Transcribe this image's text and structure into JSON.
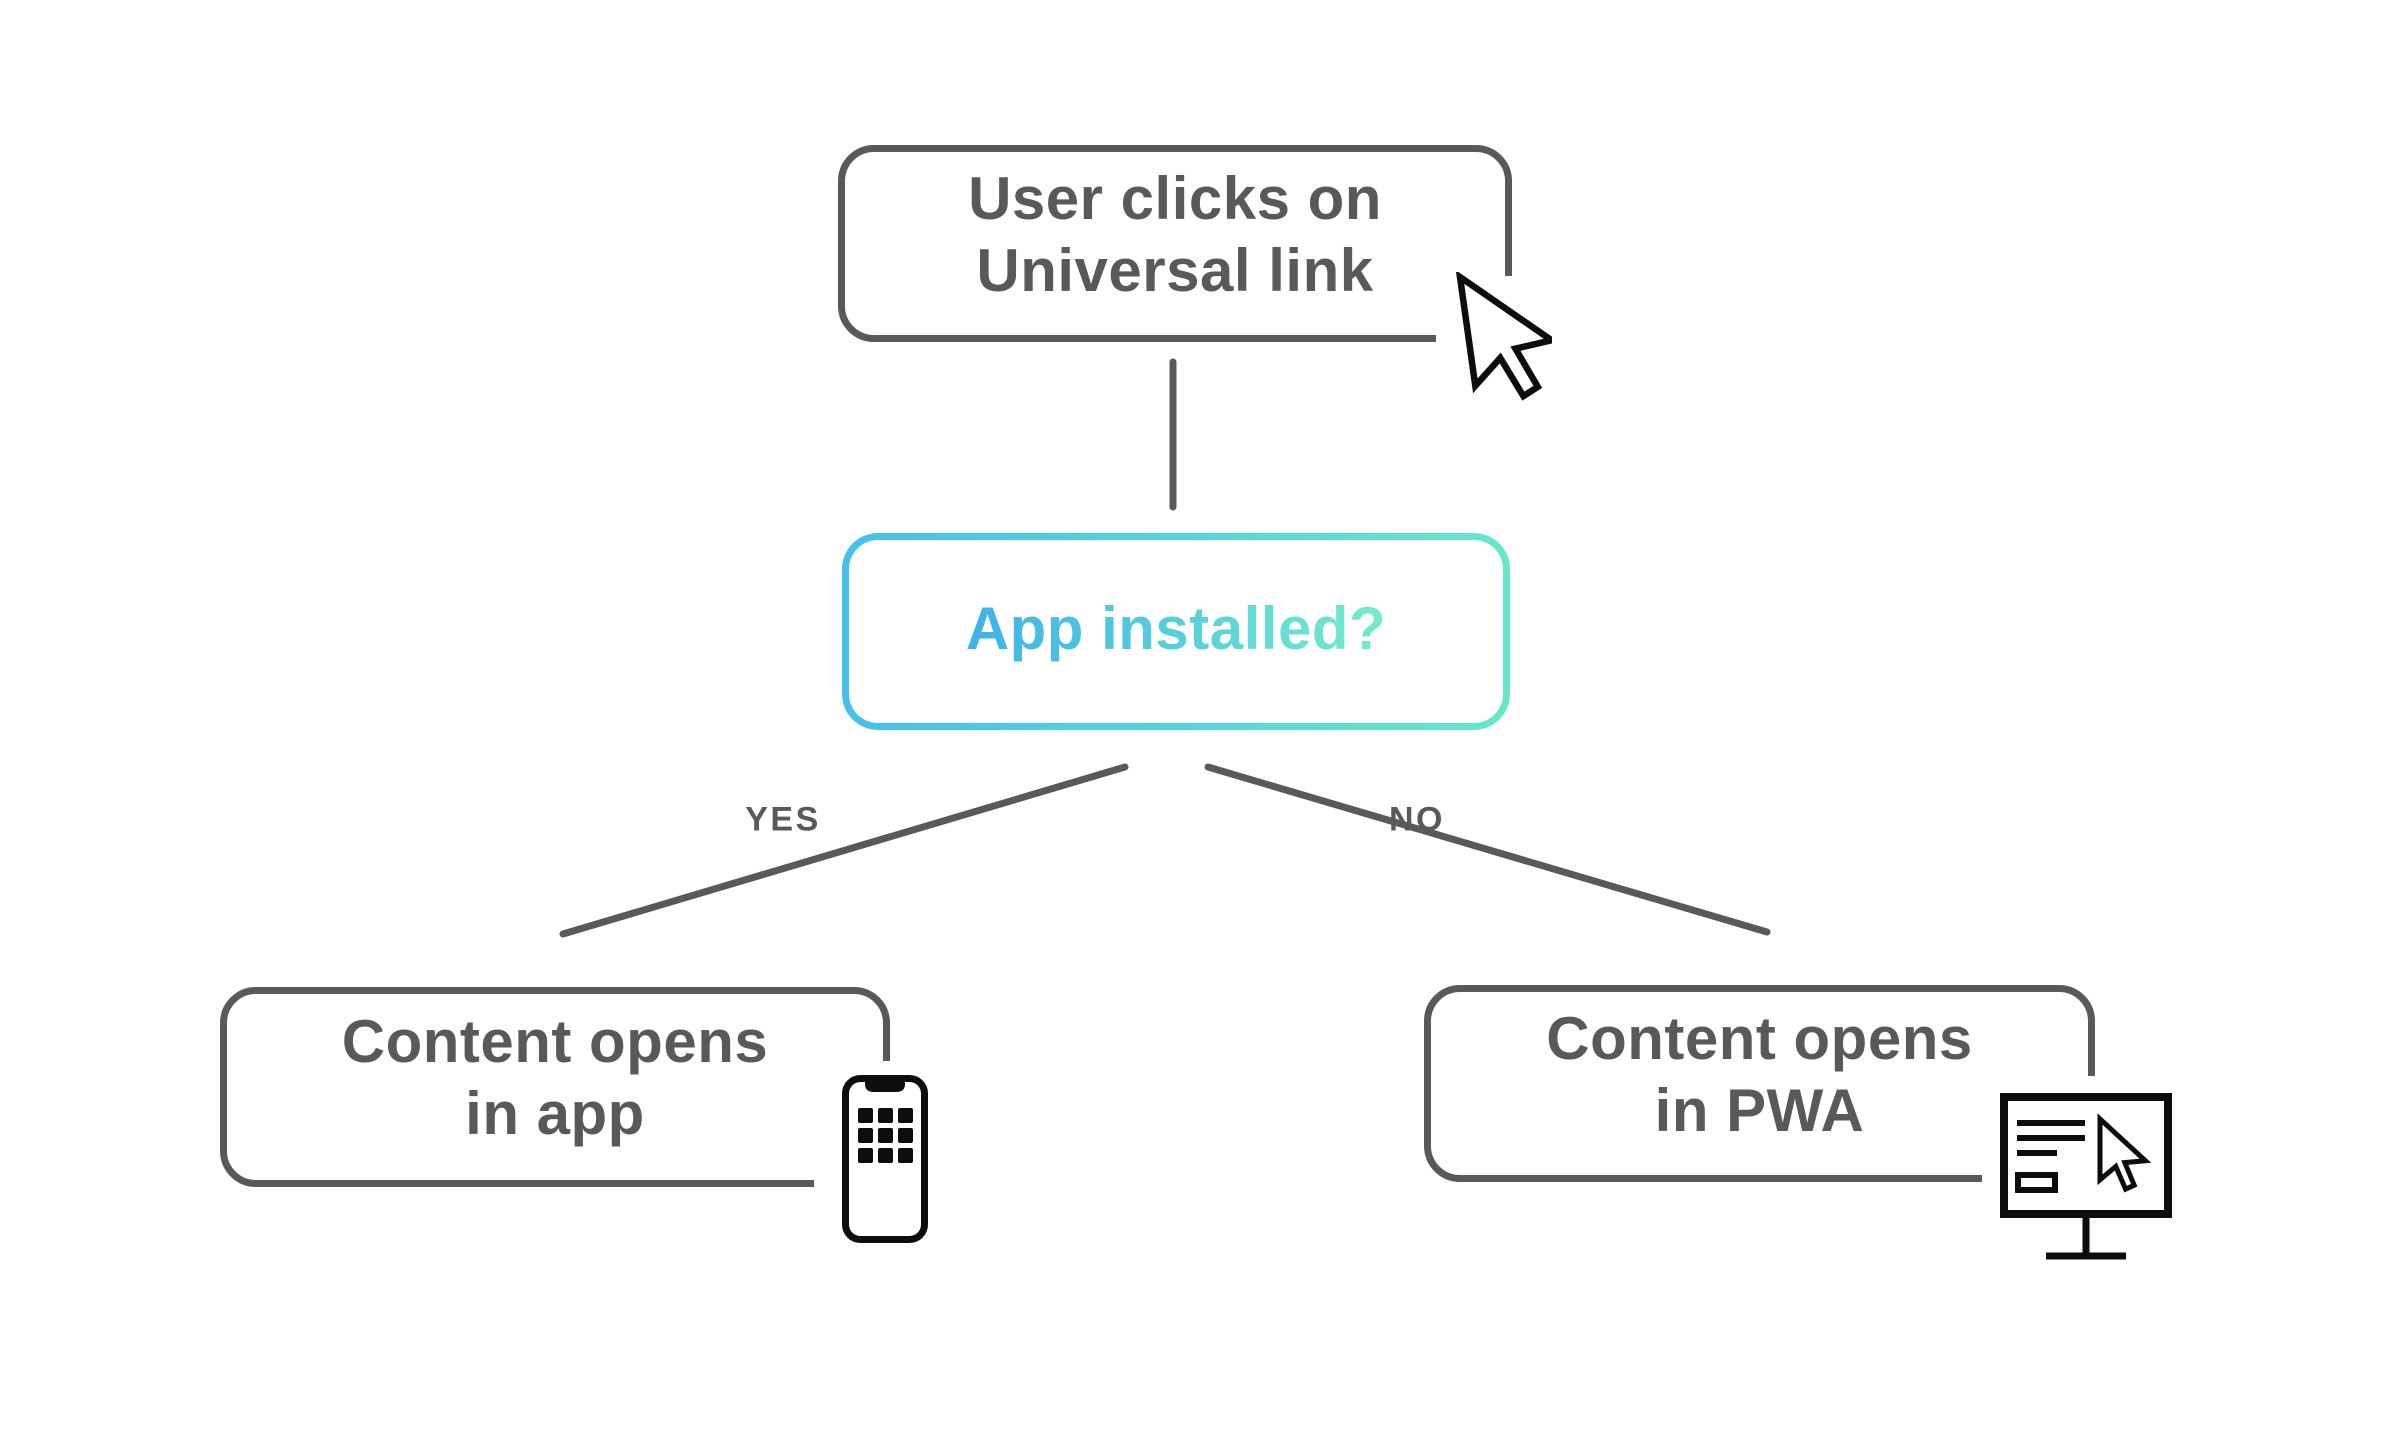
{
  "page": {
    "background": "#ffffff"
  },
  "colors": {
    "node_outline": "#58595b",
    "node_text": "#58595b",
    "edge_line": "#58595b",
    "icon_ink": "#0d0d0d",
    "decision_border_start": "#47bfee",
    "decision_border_end": "#66e8c8",
    "decision_text_start": "#3eb2e8",
    "decision_text_end": "#74ecca"
  },
  "flowchart": {
    "nodes": {
      "start": {
        "line1": "User clicks on",
        "line2": "Universal link",
        "icon": "mouse-cursor-icon"
      },
      "decision": {
        "label": "App installed?"
      },
      "outcome_yes": {
        "line1": "Content opens",
        "line2": "in app",
        "icon": "smartphone-icon"
      },
      "outcome_no": {
        "line1": "Content opens",
        "line2": "in PWA",
        "icon": "monitor-cursor-icon"
      }
    },
    "branch_labels": {
      "yes": "YES",
      "no": "NO"
    }
  }
}
